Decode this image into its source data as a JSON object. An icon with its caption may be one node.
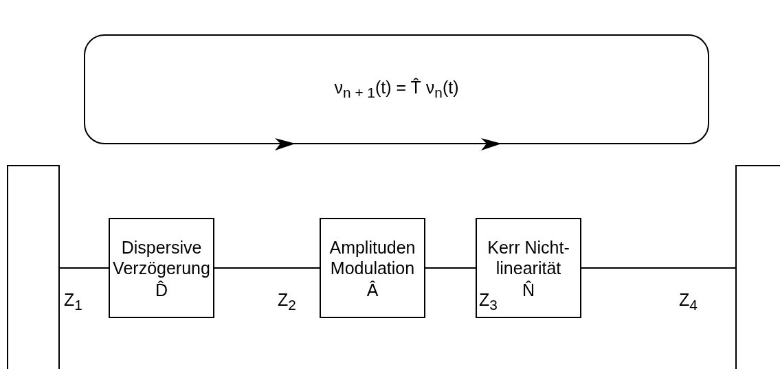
{
  "diagram": {
    "nodes": [
      {
        "text": [
          "ν$_{n + 1}$(t) = T̂ ν$_{n}$(t)"
        ]
      },
      {
        "text": [],
        "shape": "bar"
      },
      {
        "text": [
          "Dispersive Verzögerung",
          "D̂"
        ]
      },
      {
        "text": [
          "Amplituden Modulation",
          "Â"
        ]
      },
      {
        "text": [
          "Kerr Nicht- linearität",
          "N̂"
        ]
      },
      {
        "text": [],
        "shape": "bar"
      }
    ],
    "edges": [
      {
        "from": 1,
        "to": 2,
        "arrow": "none"
      },
      {
        "from": 2,
        "to": 3,
        "arrow": "none"
      },
      {
        "from": 3,
        "to": 4,
        "arrow": "none"
      },
      {
        "from": 4,
        "to": 5,
        "arrow": "none"
      }
    ],
    "labels": [
      "Z$_{1}$",
      "Z$_{2}$",
      "Z$_{3}$",
      "Z$_{4}$"
    ]
  }
}
